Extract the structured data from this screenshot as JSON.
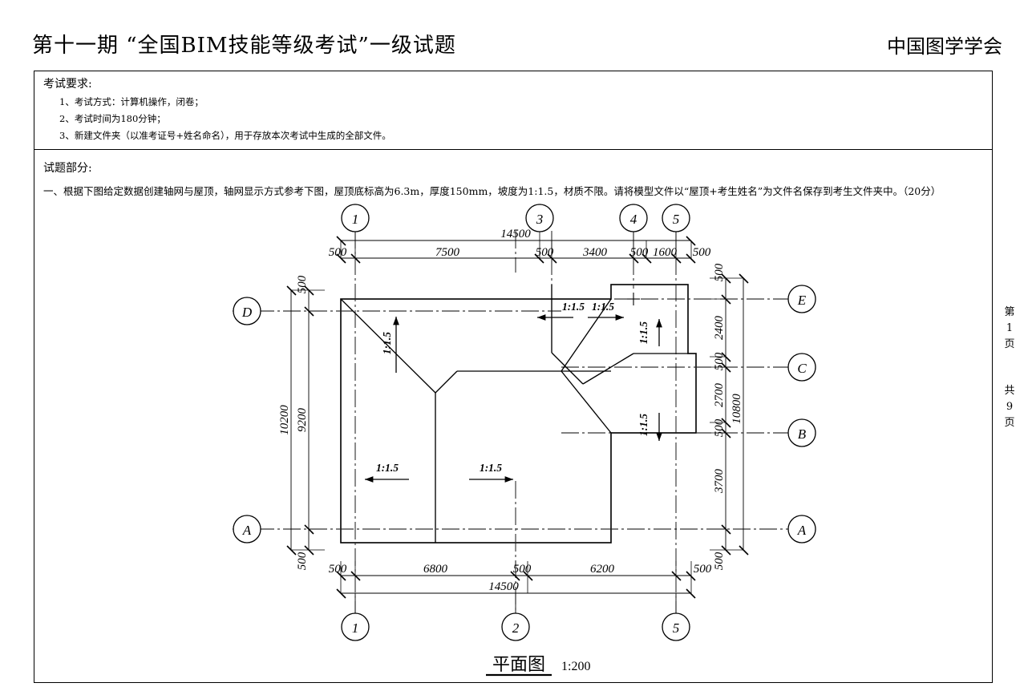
{
  "header": {
    "title": "第十一期 “全国BIM技能等级考试”一级试题",
    "org": "中国图学学会"
  },
  "requirements": {
    "heading": "考试要求:",
    "items": [
      "1、考试方式：计算机操作，闭卷；",
      "2、考试时间为180分钟；",
      "3、新建文件夹（以准考证号+姓名命名），用于存放本次考试中生成的全部文件。"
    ]
  },
  "questions": {
    "heading": "试题部分:",
    "item1": "一、根据下图给定数据创建轴网与屋顶，轴网显示方式参考下图，屋顶底标高为6.3m，厚度150mm，坡度为1:1.5，材质不限。请将模型文件以“屋顶+考生姓名”为文件名保存到考生文件夹中。（20分）"
  },
  "page_marks": {
    "current": [
      "第",
      "1",
      "页"
    ],
    "total": [
      "共",
      "9",
      "页"
    ]
  },
  "drawing": {
    "caption": "平面图",
    "scale": "1:200",
    "grid_top": [
      "1",
      "3",
      "4",
      "5"
    ],
    "grid_bottom": [
      "1",
      "2",
      "5"
    ],
    "grid_left": [
      "D",
      "A"
    ],
    "grid_right": [
      "E",
      "C",
      "B",
      "A"
    ],
    "dims_top_overall": "14500",
    "dims_top": [
      "500",
      "7500",
      "500",
      "3400",
      "500",
      "1600",
      "500"
    ],
    "dims_bottom_overall": "14500",
    "dims_bottom": [
      "500",
      "6800",
      "500",
      "6200",
      "500"
    ],
    "dims_left_overall": "10200",
    "dims_left": [
      "500",
      "9200",
      "500"
    ],
    "dims_right_overall": "10800",
    "dims_right": [
      "500",
      "2400",
      "500",
      "2700",
      "500",
      "3700",
      "500"
    ],
    "slope_labels": [
      "1:1.5",
      "1:1.5",
      "1:1.5",
      "1:1.5",
      "1:1.5",
      "1:1.5",
      "1:1.5"
    ]
  },
  "chart_data": {
    "type": "table",
    "title": "平面图 1:200",
    "grid_x_mm": {
      "1": 0,
      "2": 6800,
      "3": 7500,
      "4": 11400,
      "5": 13500
    },
    "grid_y_mm": {
      "D": 9200,
      "E": 9800,
      "C": 7400,
      "B": 4200,
      "A": 0
    },
    "spans_top_mm": [
      500,
      7500,
      500,
      3400,
      500,
      1600,
      500
    ],
    "spans_bottom_mm": [
      500,
      6800,
      500,
      6200,
      500
    ],
    "spans_left_mm": [
      500,
      9200,
      500
    ],
    "spans_right_mm": [
      500,
      2400,
      500,
      2700,
      500,
      3700,
      500
    ],
    "overall_width_mm": 14500,
    "overall_height_left_mm": 10200,
    "overall_height_right_mm": 10800,
    "roof_slope": "1:1.5",
    "roof_base_elevation_m": 6.3,
    "roof_thickness_mm": 150
  }
}
